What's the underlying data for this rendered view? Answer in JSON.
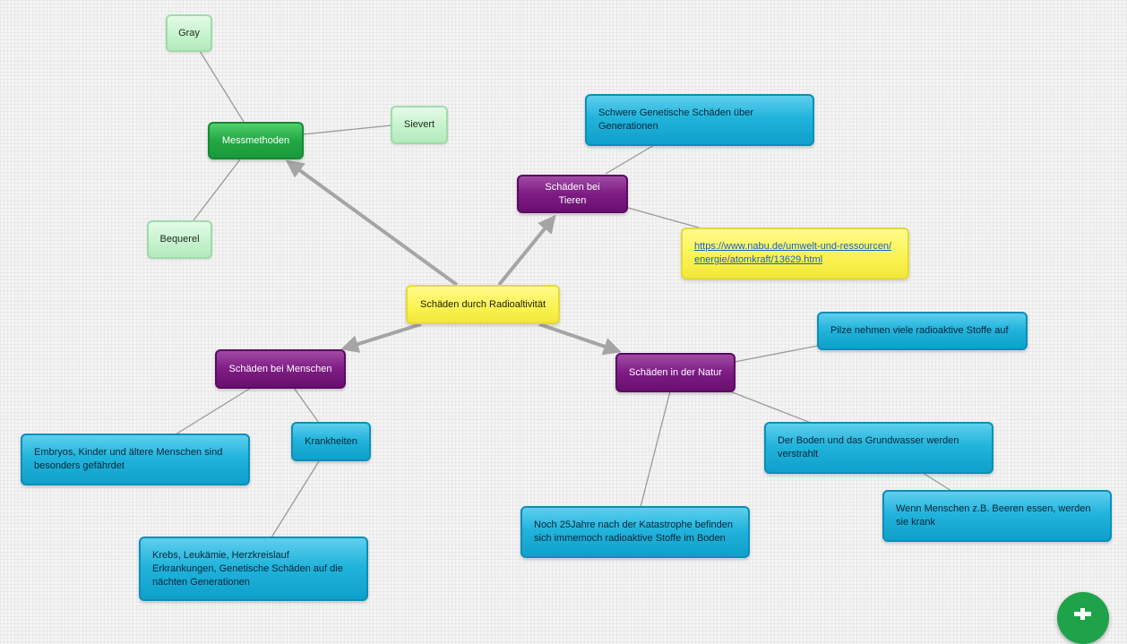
{
  "nodes": {
    "center": "Schäden durch Radioaltivität",
    "messmethoden": "Messmethoden",
    "gray": "Gray",
    "sievert": "Sievert",
    "bequerel": "Bequerel",
    "tiere": "Schäden bei Tieren",
    "genetisch": "Schwere Genetische Schäden über Generationen",
    "nabu_link": "https://www.nabu.de/umwelt-und-ressourcen/energie/atomkraft/13629.html",
    "menschen": "Schäden bei Menschen",
    "embryos": "Embryos, Kinder und ältere Menschen sind besonders gefährdet",
    "krankheiten": "Krankheiten",
    "krebs": "Krebs, Leukämie, Herzkreislauf Erkrankungen, Genetische Schäden auf die nächten Generationen",
    "natur": "Schäden in der Natur",
    "pilze": "Pilze nehmen viele  radioaktive Stoffe auf",
    "boden": "Der Boden und das Grundwasser werden verstrahlt",
    "beeren": "Wenn Menschen z.B. Beeren essen, werden sie krank",
    "jahre": "Noch 25Jahre nach der Katastrophe befinden sich immemoch radioaktive Stoffe im Boden"
  },
  "colors": {
    "blue": "#22b4dc",
    "purple": "#7e1c84",
    "dark_green": "#23a845",
    "light_green": "#c4f2cc",
    "yellow": "#fbf250",
    "connector": "#9a9a9a",
    "fab": "#1fa34a"
  },
  "fab": {
    "icon": "plus-icon"
  }
}
